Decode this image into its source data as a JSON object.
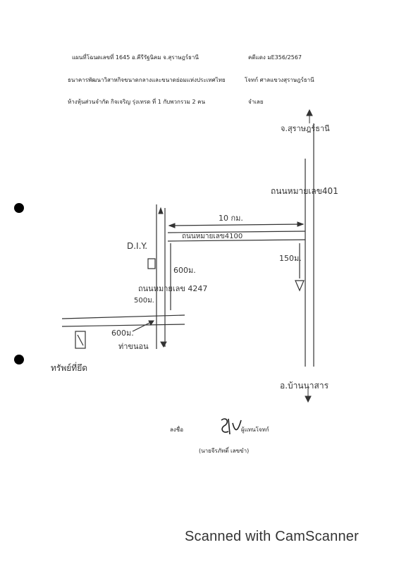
{
  "header": {
    "map_title": "แผนที่โฉนดเลขที่ 1645 อ.คีรีรัฐนิคม จ.สุราษฎร์ธานี",
    "case_number": "คดีแดง มE356/2567",
    "plaintiff_bank": "ธนาคารพัฒนาวิสาหกิจขนาดกลางและขนาดย่อมแห่งประเทศไทย",
    "plaintiff_role": "โจทก์ ศาลแขวงสุราษฎร์ธานี",
    "defendant": "ห้างหุ้นส่วนจำกัด กิจเจริญ รุ่งเทรด ที่ 1 กับพวกรวม 2 คน",
    "defendant_role": "จำเลย"
  },
  "map": {
    "to_surat": "จ.สุราษฎร์ธานี",
    "road_401": "ถนนหมายเลข401",
    "distance_10km": "10 กม.",
    "road_4100": "ถนนหมายเลข4100",
    "diy": "D.I.Y.",
    "dist_150m": "150ม.",
    "dist_600m_a": "600ม.",
    "road_4247": "ถนนหมายเลข 4247",
    "dist_500m": "500ม.",
    "dist_600m_b": "600ม.",
    "road_sub": "ท่าขนอน",
    "property_label": "ทรัพย์ที่ยึด",
    "to_bannasan": "อ.บ้านนาสาร"
  },
  "signature": {
    "sign_label": "ลงชื่อ",
    "signer_role": "ผู้แทนโจทก์",
    "signer_name": "(นายจีรภัทติ์ เลขขำ)"
  },
  "watermark": "Scanned with CamScanner"
}
